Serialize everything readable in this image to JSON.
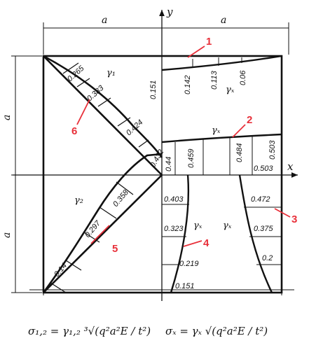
{
  "dimension_label": "a",
  "axis_x": "x",
  "axis_y": "y",
  "curve_labels": {
    "gamma1": "γ₁",
    "gamma2": "γ₂",
    "gammax": "γₓ"
  },
  "callouts": [
    "1",
    "2",
    "3",
    "4",
    "5",
    "6"
  ],
  "values": {
    "top": [
      "0.151",
      "0.142",
      "0.113",
      "0.06"
    ],
    "right_middle": [
      "0.44",
      "0.459",
      "0.484",
      "0.503",
      "0.503"
    ],
    "diag_upper": [
      "0.265",
      "0.383",
      "0.424",
      "0.432"
    ],
    "diag_lower": [
      "0.358",
      "0.297",
      "0.14"
    ],
    "bottom_center": [
      "0.403",
      "0.323",
      "0.219",
      "0.151"
    ],
    "bottom_right": [
      "0.472",
      "0.375",
      "0.2"
    ]
  },
  "formulas": {
    "left": "σ₁,₂ = γ₁,₂ ³√(q²a²E / t²)",
    "right": "σₓ = γₓ √(q²a²E / t²)"
  },
  "colors": {
    "ink": "#111111",
    "accent": "#e8303a"
  }
}
